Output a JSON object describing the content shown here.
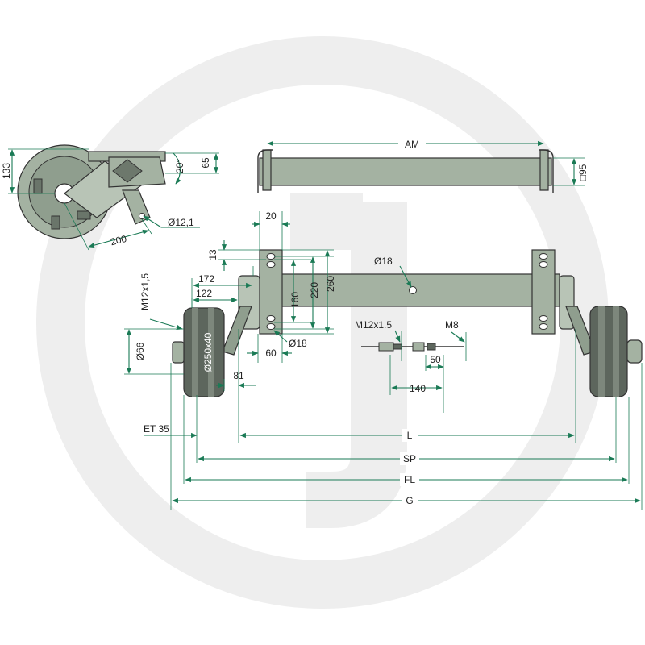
{
  "side_view": {
    "height": "133",
    "arm_length": "200",
    "angle": "20°",
    "plate_height": "65",
    "hole": "Ø12,1"
  },
  "beam_view": {
    "mount_distance": "AM",
    "square": "□95"
  },
  "main_view": {
    "bracket_width": "20",
    "top_offset": "13",
    "hole_top": "Ø18",
    "hole_bottom": "Ø18",
    "h160": "160",
    "h220": "220",
    "h260": "260",
    "w60": "60",
    "w172": "172",
    "w122": "122",
    "thread": "M12x1,5",
    "hub": "Ø66",
    "drum": "Ø250x40",
    "w81": "81",
    "offset": "ET 35",
    "length_L": "L",
    "length_SP": "SP",
    "length_FL": "FL",
    "length_G": "G"
  },
  "cable": {
    "thread": "M12x1.5",
    "thread_end": "M8",
    "w50": "50",
    "w140": "140"
  },
  "colors": {
    "steel": "#a4b2a2",
    "dark": "#5d665d",
    "dimension": "#1a7a55",
    "watermark": "#eeeeee"
  }
}
